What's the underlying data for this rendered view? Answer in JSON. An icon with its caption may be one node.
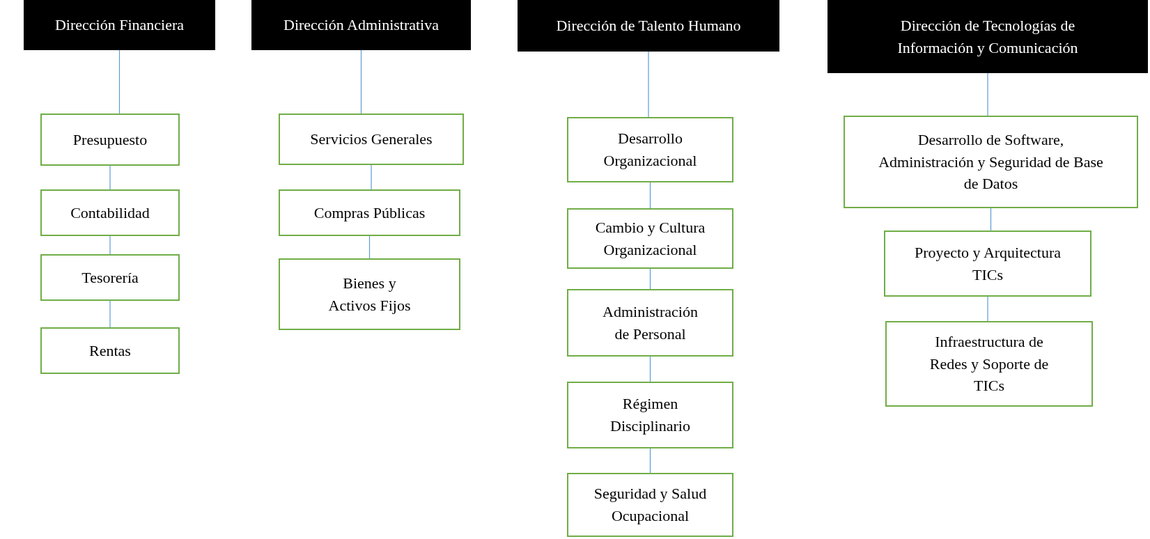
{
  "diagram": {
    "nodes": [
      {
        "text": [
          "Dirección Financiera"
        ]
      },
      {
        "text": [
          "Presupuesto"
        ]
      },
      {
        "text": [
          "Contabilidad"
        ]
      },
      {
        "text": [
          "Tesorería"
        ]
      },
      {
        "text": [
          "Rentas"
        ]
      },
      {
        "text": [
          "Dirección Administrativa"
        ]
      },
      {
        "text": [
          "Servicios Generales"
        ]
      },
      {
        "text": [
          "Compras Públicas"
        ]
      },
      {
        "text": [
          "Bienes y Activos Fijos"
        ]
      },
      {
        "text": [
          "Dirección de Talento Humano"
        ]
      },
      {
        "text": [
          "Desarrollo Organizacional"
        ]
      },
      {
        "text": [
          "Cambio y Cultura Organizacional"
        ]
      },
      {
        "text": [
          "Administración de Personal"
        ]
      },
      {
        "text": [
          "Régimen Disciplinario"
        ]
      },
      {
        "text": [
          "Seguridad y Salud Ocupacional"
        ]
      },
      {
        "text": [
          "Dirección de Tecnologías de Información y Comunicación"
        ]
      },
      {
        "text": [
          "Desarrollo de Software, Administración y Seguridad de Base de Datos"
        ]
      },
      {
        "text": [
          "Proyecto y Arquitectura TICs"
        ]
      },
      {
        "text": [
          "Infraestructura de Redes y Soporte de TICs"
        ]
      }
    ],
    "edges": [
      {
        "from": 0,
        "to": 1,
        "arrow": "none"
      },
      {
        "from": 1,
        "to": 2,
        "arrow": "none"
      },
      {
        "from": 2,
        "to": 3,
        "arrow": "none"
      },
      {
        "from": 3,
        "to": 4,
        "arrow": "none"
      },
      {
        "from": 5,
        "to": 6,
        "arrow": "none"
      },
      {
        "from": 6,
        "to": 7,
        "arrow": "none"
      },
      {
        "from": 7,
        "to": 8,
        "arrow": "none"
      },
      {
        "from": 9,
        "to": 10,
        "arrow": "none"
      },
      {
        "from": 10,
        "to": 11,
        "arrow": "none"
      },
      {
        "from": 11,
        "to": 12,
        "arrow": "none"
      },
      {
        "from": 12,
        "to": 13,
        "arrow": "none"
      },
      {
        "from": 13,
        "to": 14,
        "arrow": "none"
      },
      {
        "from": 15,
        "to": 16,
        "arrow": "none"
      },
      {
        "from": 16,
        "to": 17,
        "arrow": "none"
      },
      {
        "from": 17,
        "to": 18,
        "arrow": "none"
      }
    ]
  }
}
